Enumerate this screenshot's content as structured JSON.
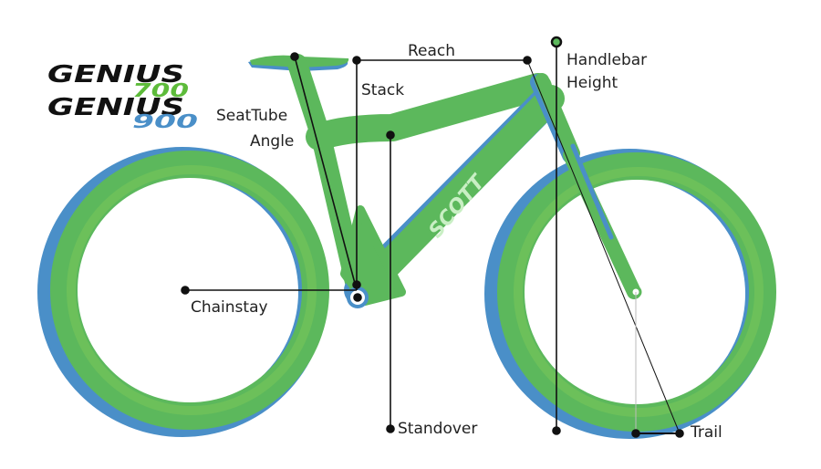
{
  "logo": {
    "line1": "GENIUS",
    "model1": "700",
    "line2": "GENIUS",
    "model2": "900"
  },
  "frame_brand": "SCOTT",
  "labels": {
    "reach": "Reach",
    "stack": "Stack",
    "seat_tube_angle_1": "SeatTube",
    "seat_tube_angle_2": "Angle",
    "chainstay": "Chainstay",
    "standover": "Standover",
    "handlebar_height_1": "Handlebar",
    "handlebar_height_2": "Height",
    "trail": "Trail"
  },
  "colors": {
    "green": "#5cb85c",
    "light_green": "#7cc85a",
    "blue": "#4a8fc8",
    "line": "#111111"
  }
}
